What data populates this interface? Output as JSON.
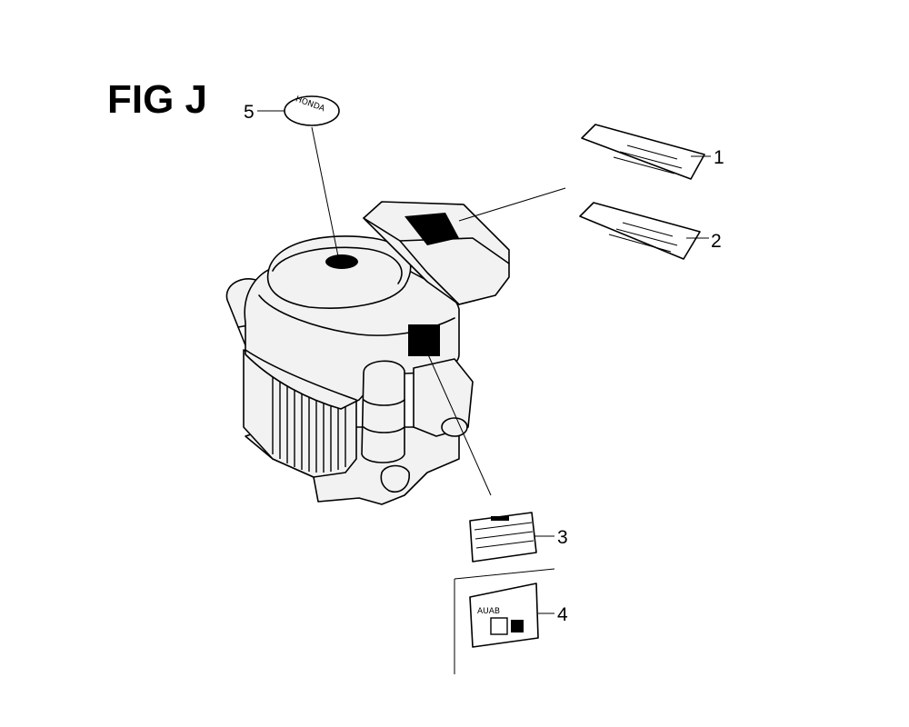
{
  "figure": {
    "title": "FIG J",
    "callouts": [
      "1",
      "2",
      "3",
      "4",
      "5"
    ],
    "logo_text": "HONDA",
    "label4_text": "AUAB"
  }
}
